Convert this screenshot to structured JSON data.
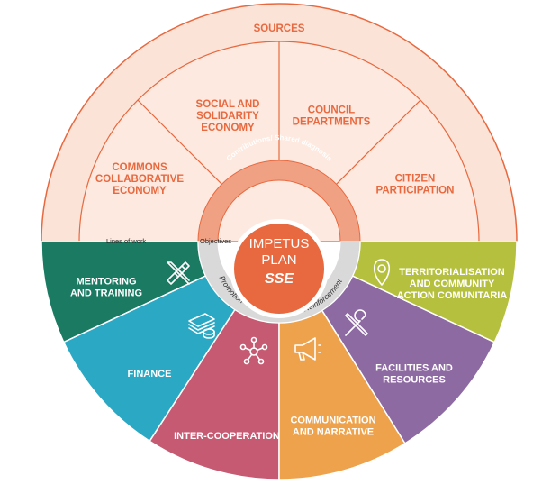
{
  "sources": {
    "title": "SOURCES",
    "items": [
      {
        "lines": [
          "COMMONS",
          "COLLABORATIVE",
          "ECONOMY"
        ]
      },
      {
        "lines": [
          "SOCIAL AND",
          "SOLIDARITY",
          "ECONOMY"
        ]
      },
      {
        "lines": [
          "COUNCIL",
          "DEPARTMENTS"
        ]
      },
      {
        "lines": [
          "CITIZEN",
          "PARTICIPATION"
        ]
      }
    ],
    "contributions_label": "Contributions/ Shared diagnosis"
  },
  "center": {
    "line1": "IMPETUS",
    "line2": "PLAN",
    "line3": "SSE"
  },
  "labels": {
    "lines_of_work": "Lines of work",
    "objectives": "Objectives",
    "promotion": "Promotion",
    "reinforcement": "Reinforcement"
  },
  "lines_of_work": [
    {
      "lines": [
        "MENTORING",
        "AND TRAINING"
      ],
      "color": "#1a7a62",
      "icon": "ruler-pencil-icon"
    },
    {
      "lines": [
        "FINANCE"
      ],
      "color": "#2aa8c4",
      "icon": "money-stack-icon"
    },
    {
      "lines": [
        "INTER-COOPERATION"
      ],
      "color": "#c65a72",
      "icon": "network-icon"
    },
    {
      "lines": [
        "COMMUNICATION",
        "AND NARRATIVE"
      ],
      "color": "#eea24b",
      "icon": "megaphone-icon"
    },
    {
      "lines": [
        "FACILITIES AND",
        "RESOURCES"
      ],
      "color": "#8e6aa2",
      "icon": "tools-icon"
    },
    {
      "lines": [
        "TERRITORIALISATION",
        "AND COMMUNITY",
        "ACTION COMUNITARIA"
      ],
      "color": "#b5c03e",
      "icon": "location-pin-icon"
    }
  ],
  "colors": {
    "accent": "#e8693f",
    "sources_fill": "#fbe3d8",
    "sources_stroke": "#e8693f",
    "ring": "#d9d9d9"
  }
}
